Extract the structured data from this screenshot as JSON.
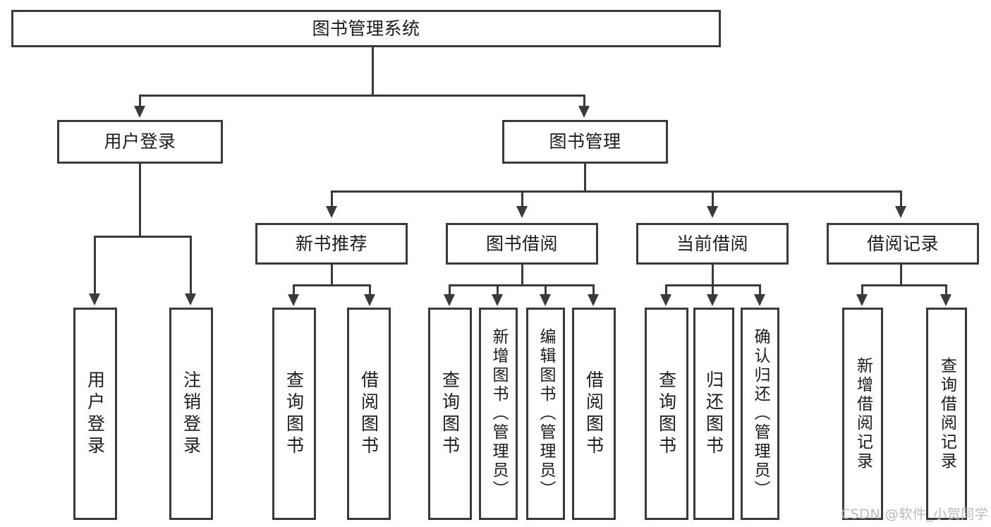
{
  "diagram": {
    "title": "图书管理系统",
    "type": "tree-hierarchy-chart",
    "root": {
      "label": "图书管理系统"
    },
    "level2": [
      {
        "label": "用户登录"
      },
      {
        "label": "图书管理"
      }
    ],
    "level3": [
      {
        "label": "新书推荐"
      },
      {
        "label": "图书借阅"
      },
      {
        "label": "当前借阅"
      },
      {
        "label": "借阅记录"
      }
    ],
    "leaves": {
      "user_login": [
        {
          "label": "用户登录"
        },
        {
          "label": "注销登录"
        }
      ],
      "new_book_recommend": [
        {
          "label": "查询图书"
        },
        {
          "label": "借阅图书"
        }
      ],
      "book_borrow": [
        {
          "label": "查询图书"
        },
        {
          "label": "新增图书（管理员）"
        },
        {
          "label": "编辑图书（管理员）"
        },
        {
          "label": "借阅图书"
        }
      ],
      "current_borrow": [
        {
          "label": "查询图书"
        },
        {
          "label": "归还图书"
        },
        {
          "label": "确认归还（管理员）"
        }
      ],
      "borrow_record": [
        {
          "label": "新增借阅记录"
        },
        {
          "label": "查询借阅记录"
        }
      ]
    }
  },
  "watermark": {
    "text": "CSDN @软件_小贺同学"
  },
  "colors": {
    "line": "#3a3a3a",
    "text": "#1b1b1b",
    "background": "#ffffff",
    "watermark": "#b9b9b9"
  }
}
